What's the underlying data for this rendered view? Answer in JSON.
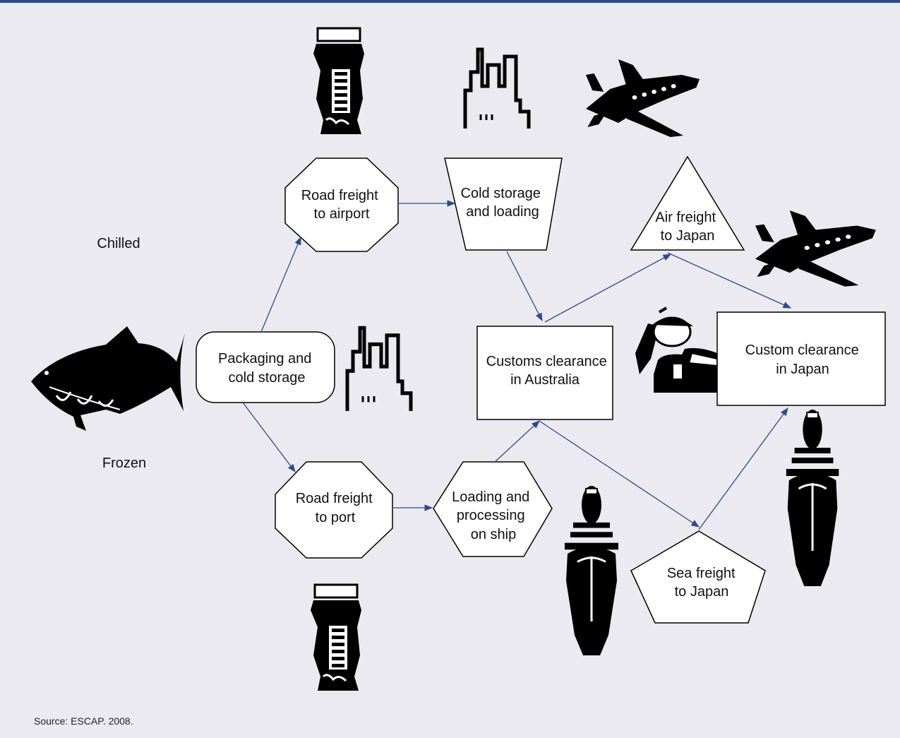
{
  "diagram": {
    "labels": {
      "chilled": "Chilled",
      "frozen": "Frozen"
    },
    "nodes": {
      "packaging": [
        "Packaging and",
        "cold storage"
      ],
      "road_airport": [
        "Road freight",
        "to airport"
      ],
      "cold_storage": [
        "Cold storage",
        "and loading"
      ],
      "air_freight": [
        "Air freight",
        "to Japan"
      ],
      "customs_au": [
        "Customs clearance",
        "in Australia"
      ],
      "customs_jp": [
        "Custom clearance",
        "in Japan"
      ],
      "road_port": [
        "Road freight",
        "to port"
      ],
      "loading_ship": [
        "Loading and",
        "processing",
        "on ship"
      ],
      "sea_freight": [
        "Sea freight",
        "to Japan"
      ]
    },
    "icons": [
      "tuna-icon",
      "truck-icon",
      "factory-icon",
      "airplane-icon",
      "customs-officer-icon",
      "ship-icon"
    ],
    "colors": {
      "arrow": "#2f4a8a",
      "topbar": "#2a4b85",
      "background": "#ebeaf1"
    }
  },
  "source": "Source: ESCAP. 2008."
}
